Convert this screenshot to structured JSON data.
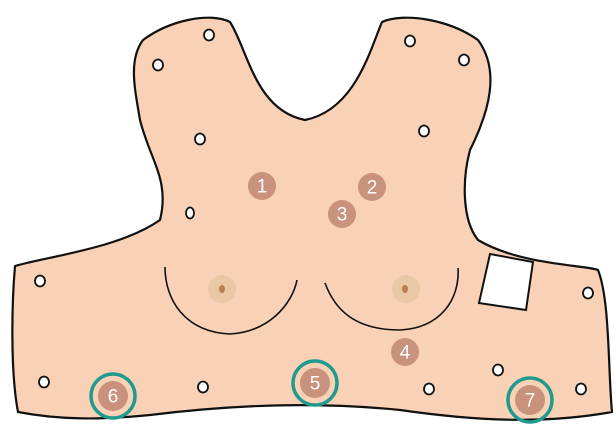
{
  "colors": {
    "skin": "#f8d1b7",
    "outline": "#111111",
    "marker": "#c8927c",
    "marker_text": "#ffffff",
    "ring": "#1f9a8c",
    "hole": "#ffffff",
    "nipple_outer": "#eac7a5",
    "nipple_inner": "#b87f52"
  },
  "markers": [
    {
      "id": "1",
      "label": "1",
      "ringed": false
    },
    {
      "id": "2",
      "label": "2",
      "ringed": false
    },
    {
      "id": "3",
      "label": "3",
      "ringed": false
    },
    {
      "id": "4",
      "label": "4",
      "ringed": false
    },
    {
      "id": "5",
      "label": "5",
      "ringed": true
    },
    {
      "id": "6",
      "label": "6",
      "ringed": true
    },
    {
      "id": "7",
      "label": "7",
      "ringed": true
    }
  ]
}
